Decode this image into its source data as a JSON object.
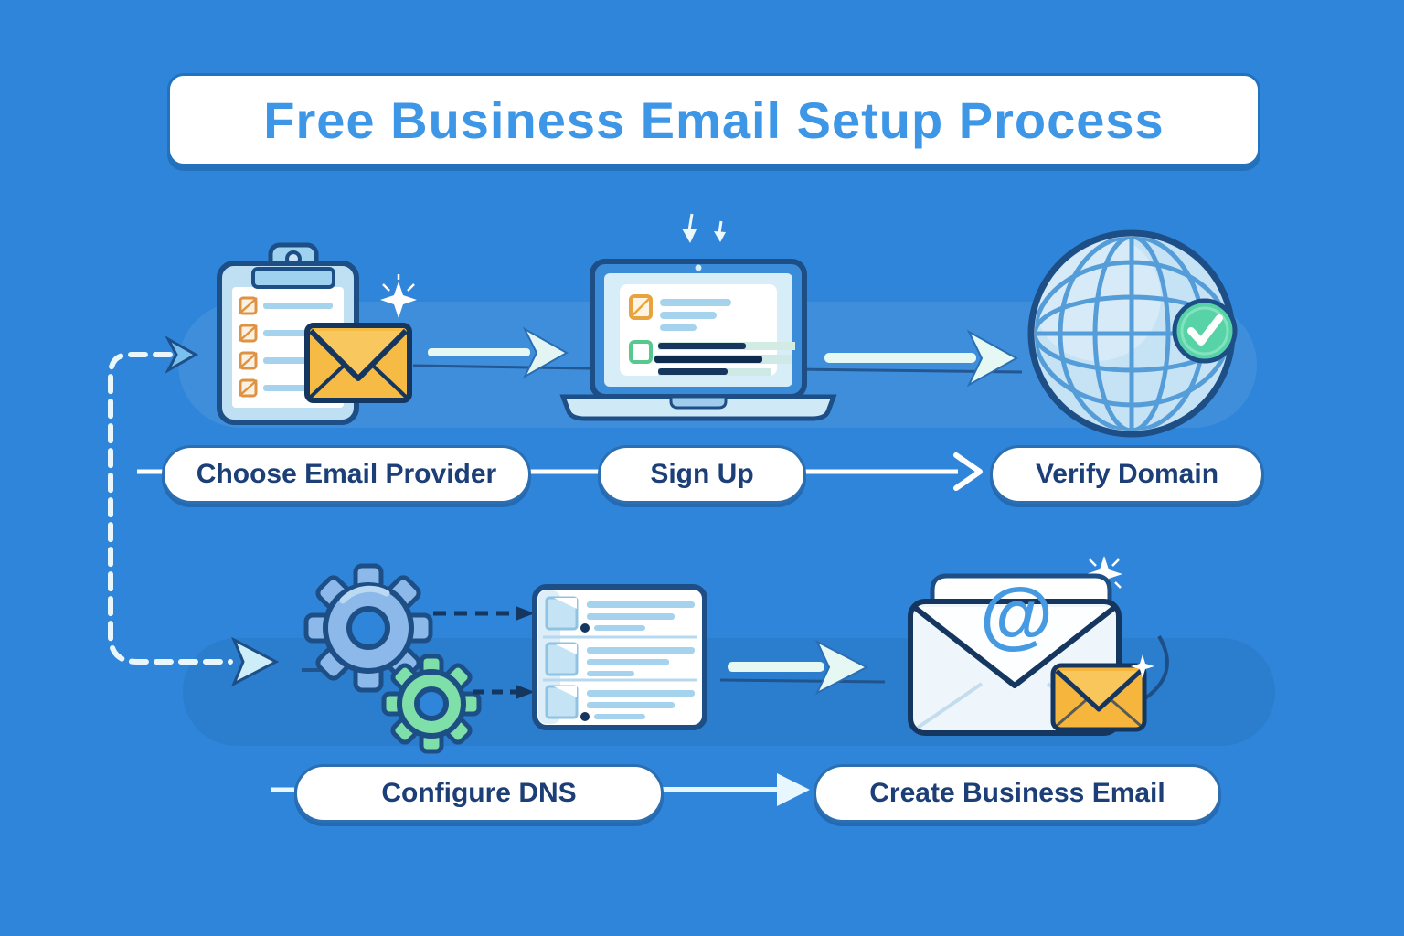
{
  "title": "Free Business Email Setup Process",
  "at_symbol": "@",
  "steps": [
    {
      "label": "Choose Email Provider",
      "icon": "clipboard-checklist-envelope-icon"
    },
    {
      "label": "Sign Up",
      "icon": "laptop-signup-form-icon"
    },
    {
      "label": "Verify Domain",
      "icon": "globe-checkmark-icon"
    },
    {
      "label": "Configure DNS",
      "icon": "gears-dns-records-icon"
    },
    {
      "label": "Create Business Email",
      "icon": "open-envelope-at-sign-icon"
    }
  ],
  "colors": {
    "background": "#2f85d9",
    "title_text": "#3e97e6",
    "label_text": "#1d3f77",
    "outline_navy": "#1d4e85",
    "outline_dark": "#14365f",
    "envelope_yellow": "#f5bb45",
    "check_green": "#57d3a7",
    "gear_blue": "#8cb9ea",
    "gear_green": "#7edfa8",
    "arrow_pale": "#e6f8f3",
    "light_blue_fill": "#bfe0f2"
  }
}
